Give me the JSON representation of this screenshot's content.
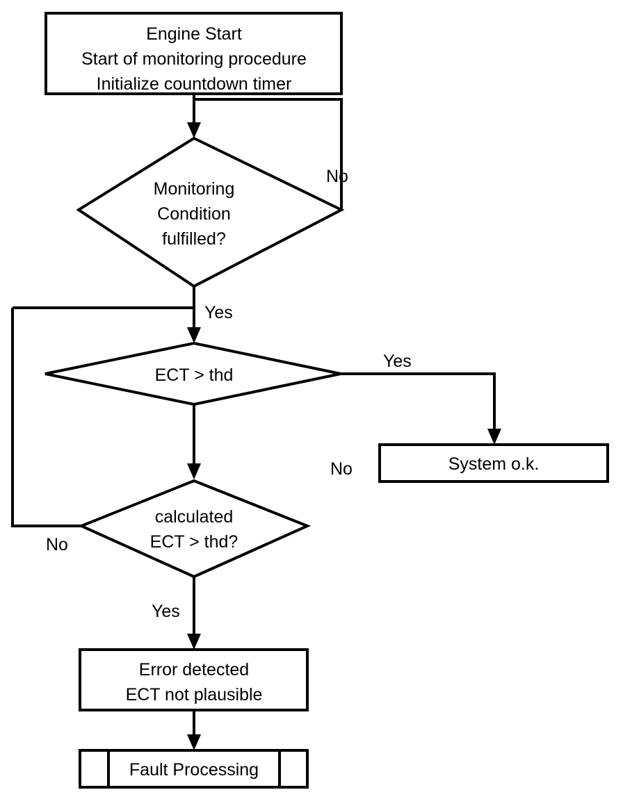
{
  "diagram": {
    "title": "ECT plausibility monitoring flowchart",
    "type": "flowchart",
    "colors": {
      "stroke": "#000000",
      "fill": "#ffffff",
      "text": "#000000"
    },
    "nodes": {
      "engine_start": {
        "shape": "process",
        "lines": [
          "Engine Start",
          "Start of monitoring procedure",
          "Initialize countdown timer"
        ]
      },
      "monitoring_condition": {
        "shape": "decision",
        "lines": [
          "Monitoring",
          "Condition",
          "fulfilled?"
        ]
      },
      "ect_gt_thd": {
        "shape": "decision",
        "lines": [
          "ECT > thd"
        ]
      },
      "system_ok": {
        "shape": "process",
        "lines": [
          "System o.k."
        ]
      },
      "calculated_ect_gt_thd": {
        "shape": "decision",
        "lines": [
          "calculated",
          "ECT > thd?"
        ]
      },
      "error_detected": {
        "shape": "process",
        "lines": [
          "Error detected",
          "ECT not plausible"
        ]
      },
      "fault_processing": {
        "shape": "predefined-process",
        "lines": [
          "Fault Processing"
        ]
      }
    },
    "edge_labels": {
      "monitoring_no": "No",
      "monitoring_yes": "Yes",
      "ect_yes": "Yes",
      "ect_no": "No",
      "calculated_no": "No",
      "calculated_yes": "Yes"
    }
  }
}
